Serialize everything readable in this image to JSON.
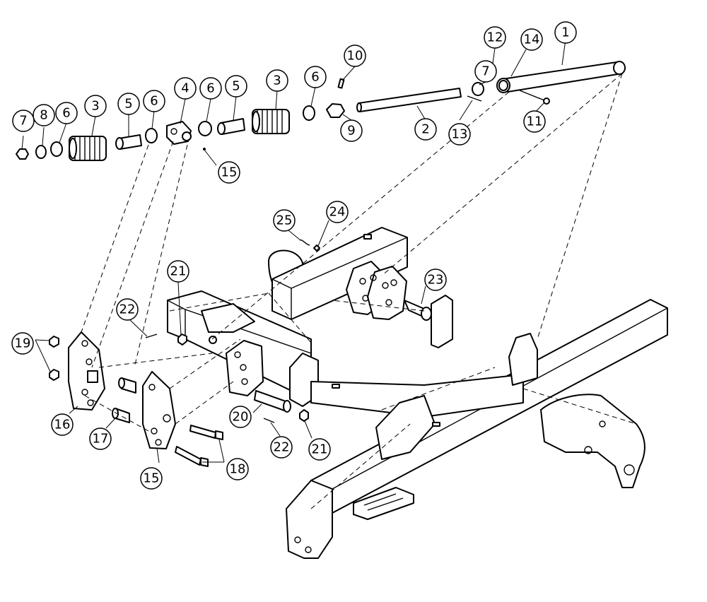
{
  "callouts": [
    {
      "label": "1"
    },
    {
      "label": "2"
    },
    {
      "label": "3"
    },
    {
      "label": "3"
    },
    {
      "label": "4"
    },
    {
      "label": "5"
    },
    {
      "label": "5"
    },
    {
      "label": "6"
    },
    {
      "label": "6"
    },
    {
      "label": "6"
    },
    {
      "label": "6"
    },
    {
      "label": "7"
    },
    {
      "label": "7"
    },
    {
      "label": "8"
    },
    {
      "label": "9"
    },
    {
      "label": "10"
    },
    {
      "label": "11"
    },
    {
      "label": "12"
    },
    {
      "label": "13"
    },
    {
      "label": "14"
    },
    {
      "label": "15"
    },
    {
      "label": "15"
    },
    {
      "label": "16"
    },
    {
      "label": "17"
    },
    {
      "label": "18"
    },
    {
      "label": "19"
    },
    {
      "label": "20"
    },
    {
      "label": "21"
    },
    {
      "label": "21"
    },
    {
      "label": "22"
    },
    {
      "label": "22"
    },
    {
      "label": "23"
    },
    {
      "label": "24"
    },
    {
      "label": "25"
    }
  ]
}
